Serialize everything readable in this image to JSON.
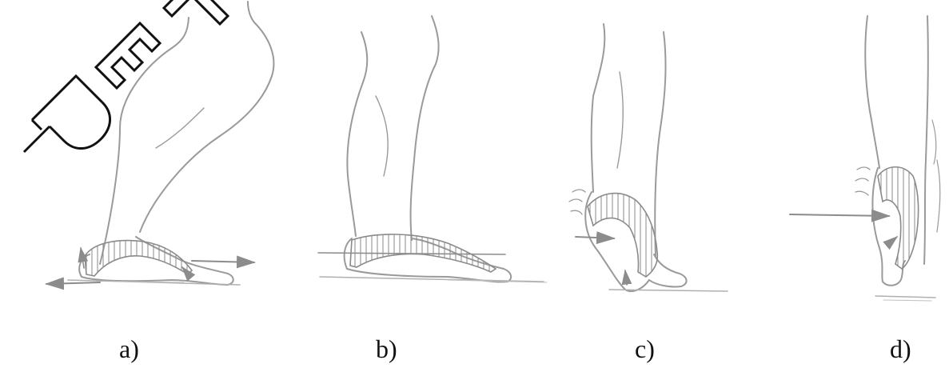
{
  "panels": [
    {
      "id": "a",
      "label": "a)"
    },
    {
      "id": "b",
      "label": "b)"
    },
    {
      "id": "c",
      "label": "c)"
    },
    {
      "id": "d",
      "label": "d)"
    }
  ],
  "watermark": {
    "text": "PEП"
  },
  "colors": {
    "line": "#9a9a9a",
    "hatch": "#8a8a8a",
    "ground": "#b0b0b0",
    "arrow": "#8c8c8c",
    "label": "#111111",
    "watermark_stroke": "#111111"
  }
}
